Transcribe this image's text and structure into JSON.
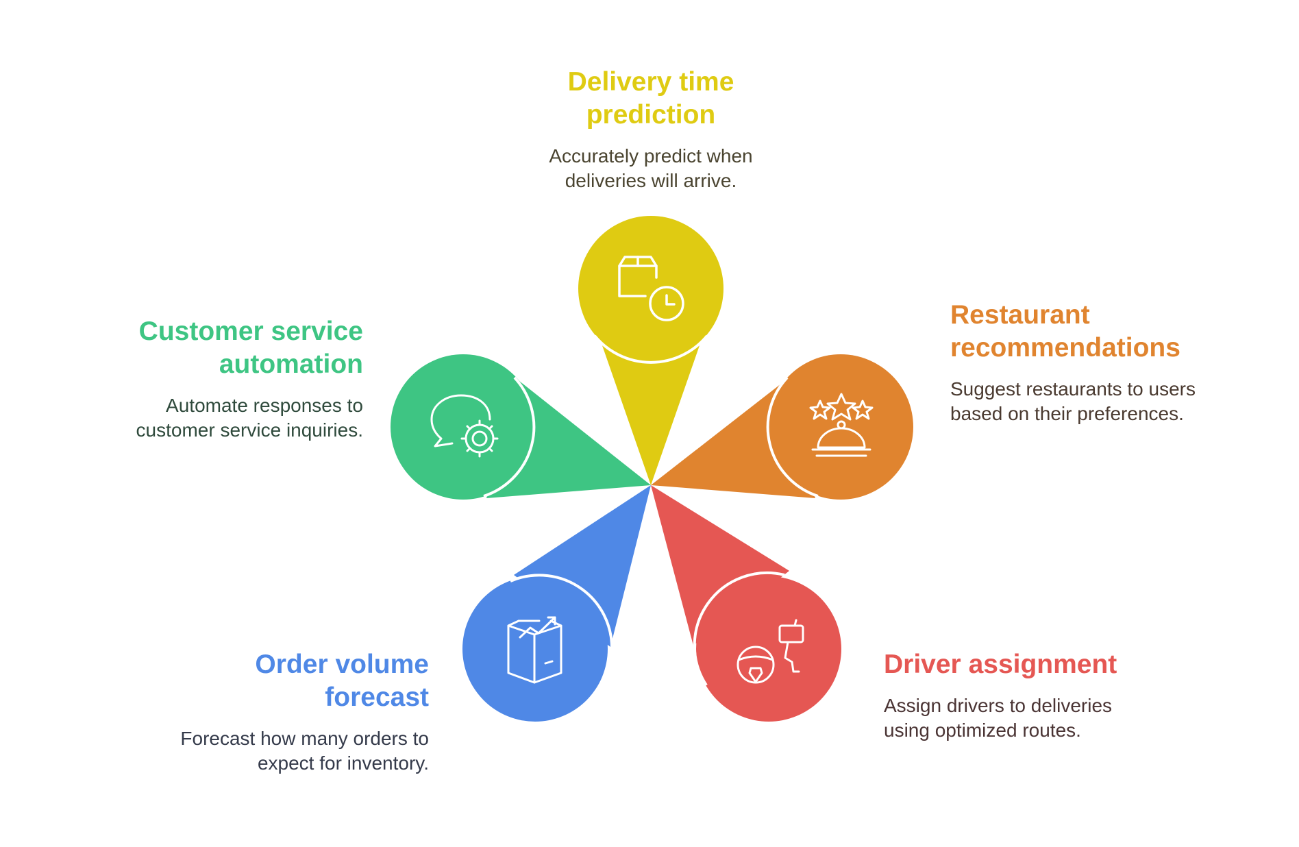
{
  "colors": {
    "yellow": "#DFCB12",
    "orange": "#E0842F",
    "red": "#E55753",
    "blue": "#4F88E6",
    "green": "#3EC583",
    "text_yellow": "#DFCB12",
    "text_orange": "#E0842F",
    "text_red": "#E55753",
    "text_blue": "#4F88E6",
    "text_green": "#3EC583",
    "desc_yellow": "#4A4430",
    "desc_orange": "#4A3A30",
    "desc_red": "#4A3434",
    "desc_blue": "#343A4A",
    "desc_green": "#2F4A3C"
  },
  "items": [
    {
      "id": "delivery-time",
      "title_line1": "Delivery time",
      "title_line2": "prediction",
      "desc_line1": "Accurately predict when",
      "desc_line2": "deliveries will arrive.",
      "icon": "box-clock-icon",
      "color": "yellow"
    },
    {
      "id": "restaurant",
      "title_line1": "Restaurant",
      "title_line2": "recommendations",
      "desc_line1": "Suggest restaurants to users",
      "desc_line2": "based on their preferences.",
      "icon": "stars-cloche-icon",
      "color": "orange"
    },
    {
      "id": "driver",
      "title_line1": "Driver assignment",
      "title_line2": "",
      "desc_line1": "Assign drivers to deliveries",
      "desc_line2": "using optimized routes.",
      "icon": "steering-wheel-route-icon",
      "color": "red"
    },
    {
      "id": "order-volume",
      "title_line1": "Order volume",
      "title_line2": "forecast",
      "desc_line1": "Forecast how many orders to",
      "desc_line2": "expect for inventory.",
      "icon": "box-trend-icon",
      "color": "blue"
    },
    {
      "id": "customer-service",
      "title_line1": "Customer service",
      "title_line2": "automation",
      "desc_line1": "Automate responses to",
      "desc_line2": "customer service inquiries.",
      "icon": "chat-gear-icon",
      "color": "green"
    }
  ]
}
